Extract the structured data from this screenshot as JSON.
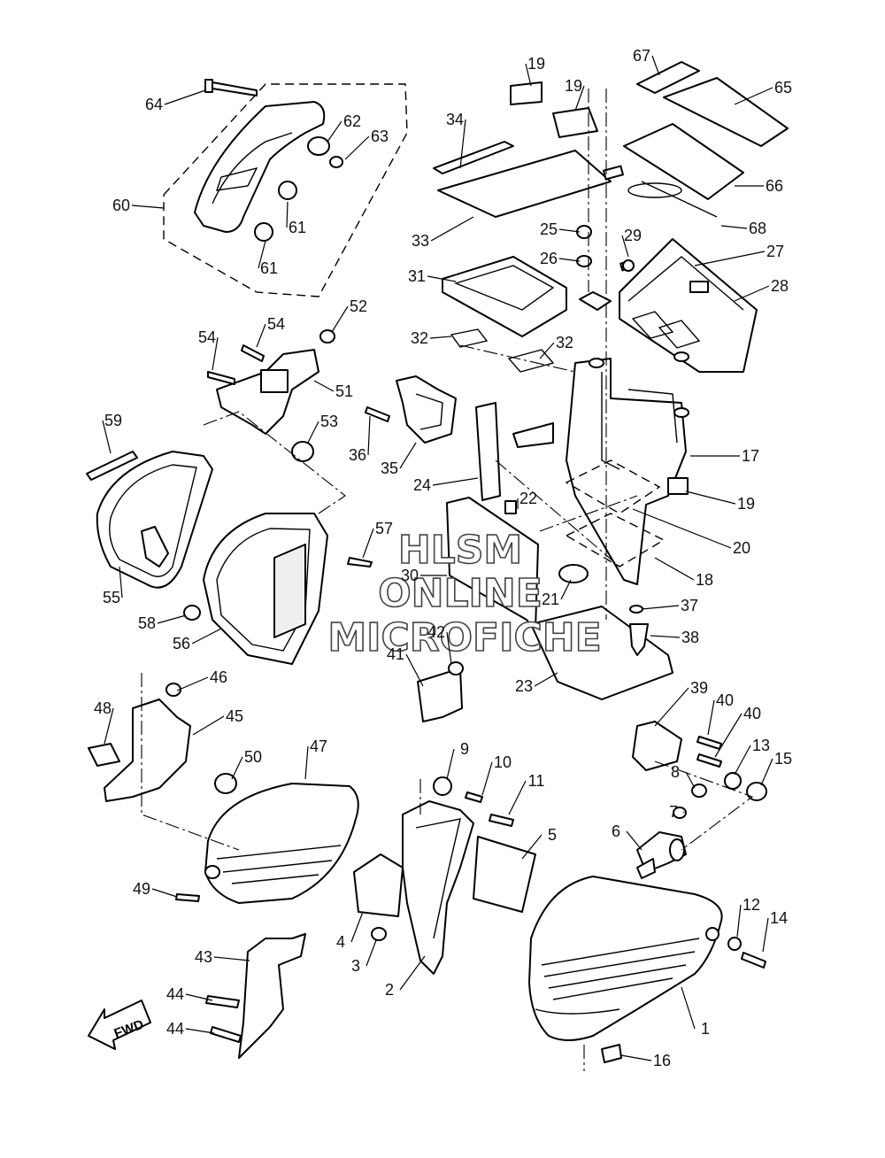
{
  "watermark": {
    "line1": "HLSM",
    "line2": "ONLINE",
    "line3": "MICROFICHE"
  },
  "fwd_arrow": {
    "label": "FWD"
  },
  "callouts": [
    "1",
    "2",
    "3",
    "4",
    "5",
    "7",
    "6",
    "8",
    "9",
    "10",
    "11",
    "12",
    "13",
    "14",
    "15",
    "16",
    "17",
    "18",
    "19",
    "19",
    "19",
    "20",
    "21",
    "22",
    "23",
    "24",
    "25",
    "26",
    "27",
    "28",
    "29",
    "30",
    "31",
    "32",
    "32",
    "33",
    "34",
    "35",
    "36",
    "37",
    "38",
    "39",
    "40",
    "40",
    "41",
    "42",
    "43",
    "44",
    "44",
    "45",
    "46",
    "47",
    "48",
    "49",
    "50",
    "51",
    "52",
    "53",
    "54",
    "54",
    "55",
    "56",
    "57",
    "58",
    "59",
    "60",
    "61",
    "61",
    "62",
    "63",
    "64",
    "65",
    "66",
    "67",
    "68"
  ]
}
